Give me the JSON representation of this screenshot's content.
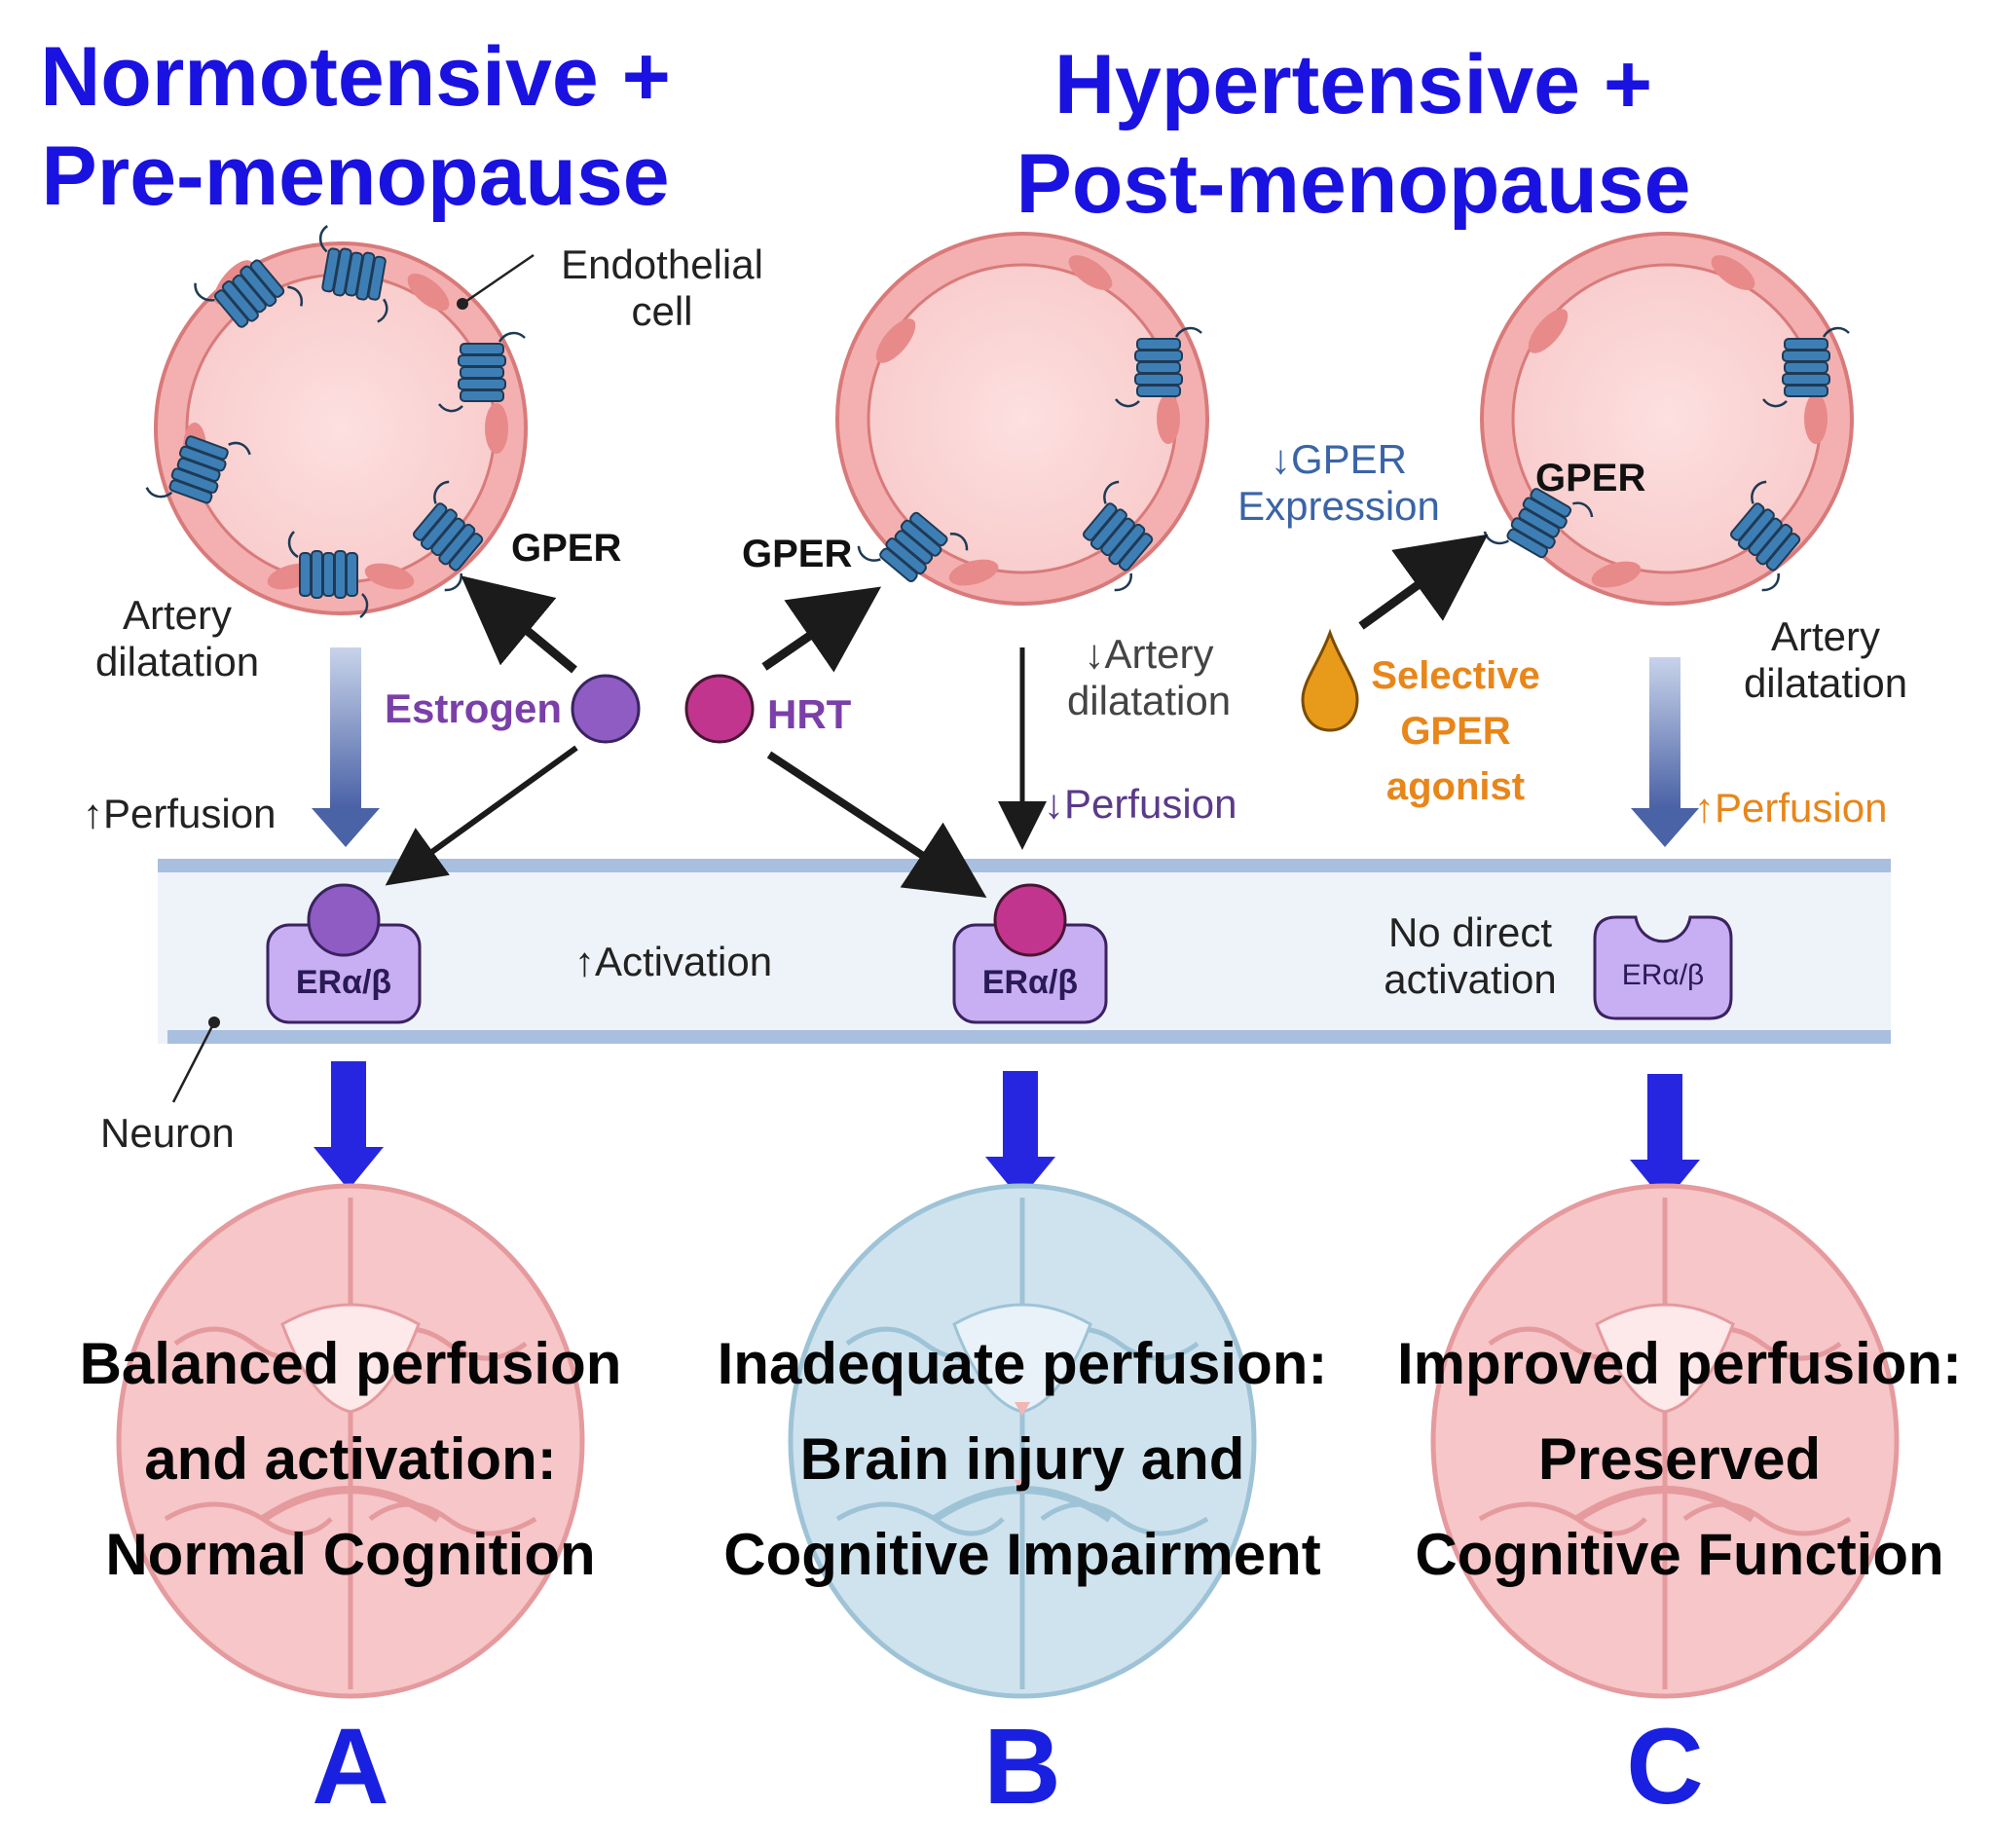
{
  "titles": {
    "left_line1": "Normotensive +",
    "left_line2": "Pre-menopause",
    "right_line1": "Hypertensive +",
    "right_line2": "Post-menopause"
  },
  "labels": {
    "endothelial_line1": "Endothelial",
    "endothelial_line2": "cell",
    "gper": "GPER",
    "estrogen": "Estrogen",
    "hrt": "HRT",
    "artery_line1": "Artery",
    "artery_line2": "dilatation",
    "down_artery_line1": "↓Artery",
    "down_artery_line2": "dilatation",
    "up_perfusion": "↑Perfusion",
    "down_perfusion": "↓Perfusion",
    "down_gper_line1": "↓GPER",
    "down_gper_line2": "Expression",
    "agonist_line1": "Selective",
    "agonist_line2": "GPER",
    "agonist_line3": "agonist",
    "up_activation": "↑Activation",
    "no_direct_line1": "No direct",
    "no_direct_line2": "activation",
    "er": "ERα/β",
    "neuron": "Neuron"
  },
  "outcomes": {
    "a_line1": "Balanced perfusion",
    "a_line2": "and activation:",
    "a_line3": "Normal Cognition",
    "b_line1": "Inadequate perfusion:",
    "b_line2": "Brain injury and",
    "b_line3": "Cognitive Impairment",
    "c_line1": "Improved perfusion:",
    "c_line2": "Preserved",
    "c_line3": "Cognitive Function"
  },
  "panels": {
    "a": "A",
    "b": "B",
    "c": "C"
  },
  "colors": {
    "title_blue": "#1a12e0",
    "estrogen_purple": "#8e5cc2",
    "hrt_magenta": "#c2358e",
    "receptor_blue": "#2f6b9a",
    "vessel_pink": "#f3b3b3",
    "agonist_orange": "#e89a1a",
    "perfusion_orange": "#e8861a",
    "gper_text_blue": "#3a64a6",
    "brain_pink": "#f6c6c8",
    "brain_blue": "#cfe3ee",
    "er_lilac": "#c8aef2"
  }
}
